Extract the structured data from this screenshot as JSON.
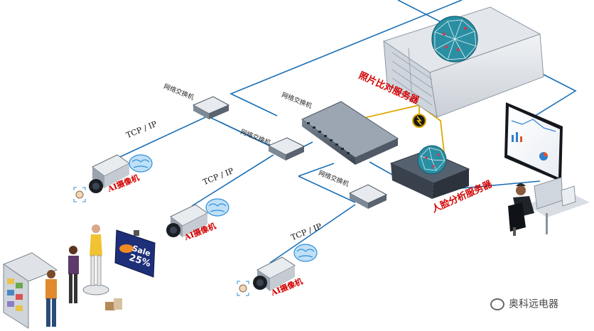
{
  "diagram": {
    "switch_labels": [
      "网络交换机",
      "网络交换机",
      "网络交换机",
      "网络交换机"
    ],
    "protocol_labels": [
      "TCP / IP",
      "TCP / IP",
      "TCP / IP"
    ],
    "camera_labels": [
      "AI摄像机",
      "AI摄像机",
      "AI摄像机"
    ],
    "photo_compare_server": "照片比对服务器",
    "face_analysis_server": "人脸分析服务器",
    "sale_sign": {
      "line1": "Sale",
      "line2": "25%"
    },
    "watermark": "奥科远电器"
  },
  "colors": {
    "network_line": "#1a6fb5",
    "hub_line": "#e0a800",
    "label_red": "#d40000",
    "brain_blue": "#2f8fd8"
  }
}
